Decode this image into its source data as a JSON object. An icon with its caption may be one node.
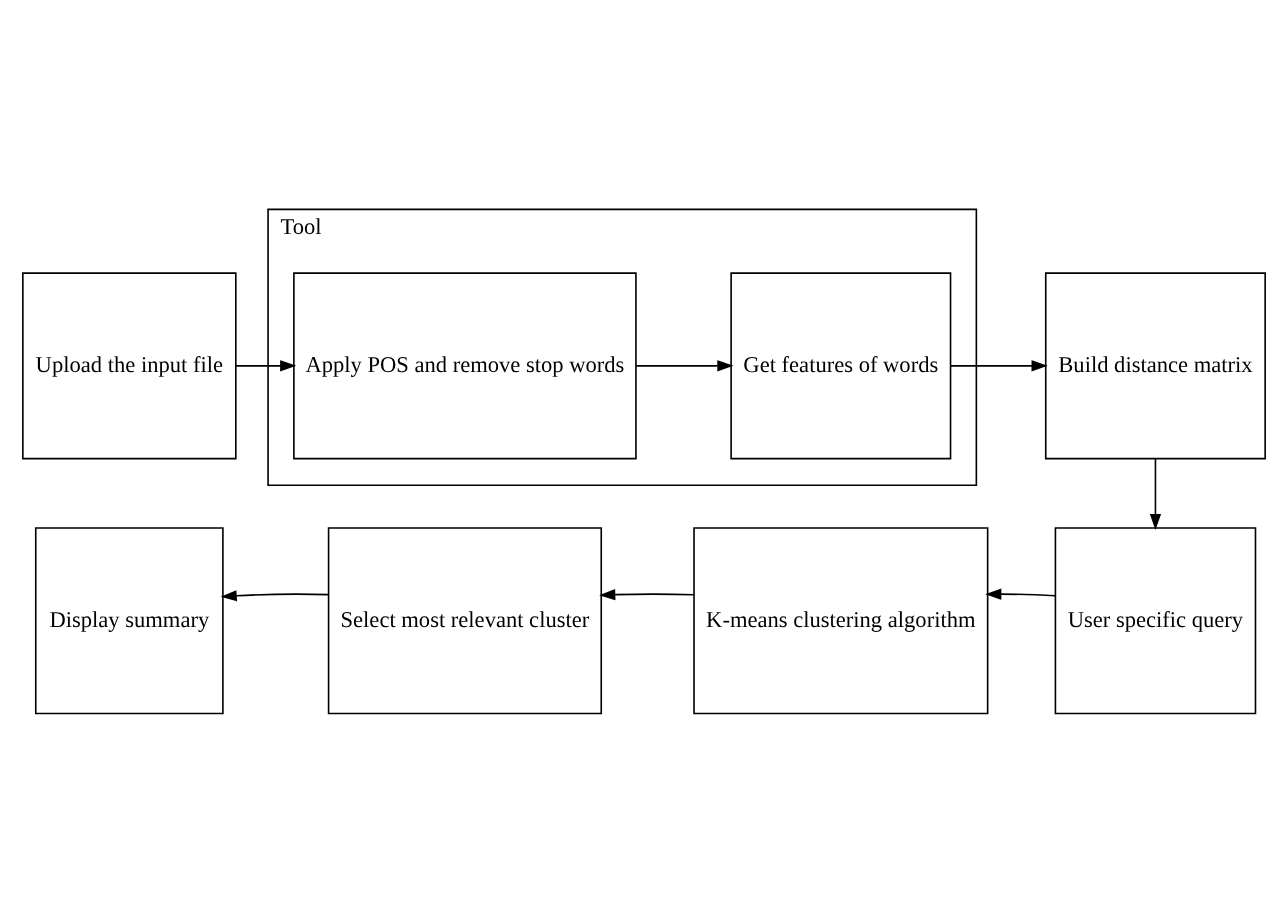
{
  "diagram": {
    "nodes": [
      {
        "text": [
          "Upload the input file"
        ]
      },
      {
        "text": [
          "Tool"
        ]
      },
      {
        "text": [
          "Apply POS and remove stop words"
        ],
        "in": 1
      },
      {
        "text": [
          "Get features of words"
        ],
        "in": 1
      },
      {
        "text": [
          "Build distance matrix"
        ]
      },
      {
        "text": [
          "Display summary"
        ]
      },
      {
        "text": [
          "Select most relevant cluster"
        ]
      },
      {
        "text": [
          "K-means clustering algorithm"
        ]
      },
      {
        "text": [
          "User specific query"
        ]
      }
    ],
    "edges": [
      {
        "from": 0,
        "to": 2,
        "arrow": "to"
      },
      {
        "from": 2,
        "to": 3,
        "arrow": "to"
      },
      {
        "from": 3,
        "to": 4,
        "arrow": "to"
      },
      {
        "from": 4,
        "to": 8,
        "arrow": "to"
      },
      {
        "from": 8,
        "to": 7,
        "arrow": "to"
      },
      {
        "from": 7,
        "to": 6,
        "arrow": "to"
      },
      {
        "from": 6,
        "to": 5,
        "arrow": "to"
      }
    ]
  }
}
